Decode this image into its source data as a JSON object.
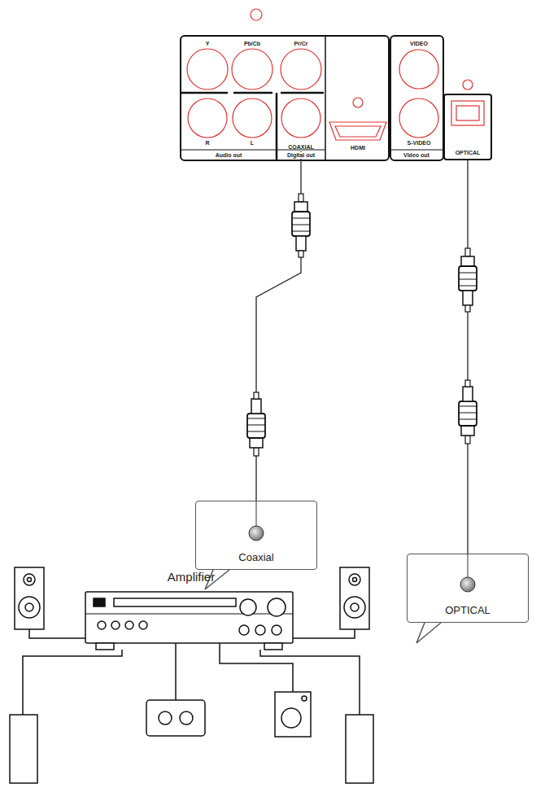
{
  "diagram": {
    "nodes": [
      {
        "text": [
          "COAXIAL"
        ]
      },
      {
        "text": [
          "OPTICAL"
        ]
      },
      {
        "text": [
          "Coaxial"
        ]
      },
      {
        "text": [
          "OPTICAL"
        ]
      },
      {
        "text": [
          "Amplifier"
        ]
      }
    ],
    "edges": [
      {
        "from": 0,
        "to": 2,
        "arrow": "none"
      },
      {
        "from": 1,
        "to": 3,
        "arrow": "none"
      }
    ],
    "labels": [
      "Y",
      "Pb/Cb",
      "Pr/Cr",
      "R",
      "L",
      "Audio out",
      "Digital out",
      "HDMI",
      "VIDEO",
      "S-VIDEO",
      "Video out"
    ]
  }
}
